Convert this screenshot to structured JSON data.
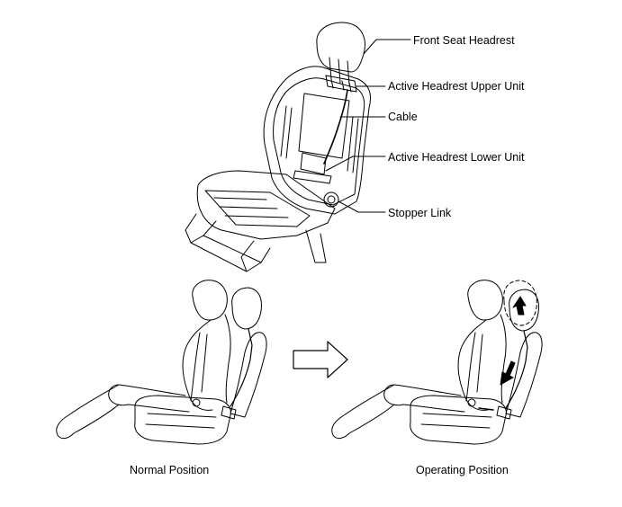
{
  "callouts": {
    "front_seat_headrest": "Front Seat Headrest",
    "active_headrest_upper_unit": "Active Headrest Upper Unit",
    "cable": "Cable",
    "active_headrest_lower_unit": "Active Headrest Lower Unit",
    "stopper_link": "Stopper Link"
  },
  "captions": {
    "normal_position": "Normal Position",
    "operating_position": "Operating Position"
  },
  "colors": {
    "line": "#000000",
    "background": "#ffffff"
  }
}
